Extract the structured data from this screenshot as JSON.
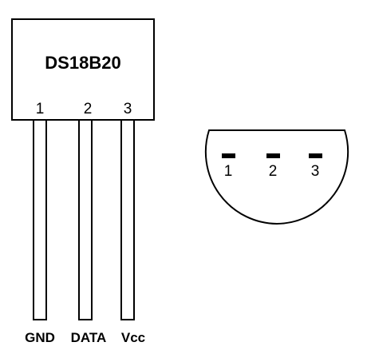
{
  "component": {
    "name": "DS18B20"
  },
  "pins": [
    {
      "number": "1",
      "label": "GND"
    },
    {
      "number": "2",
      "label": "DATA"
    },
    {
      "number": "3",
      "label": "Vcc"
    }
  ],
  "bottom_view": {
    "pin_numbers": [
      "1",
      "2",
      "3"
    ]
  },
  "colors": {
    "line": "#000000",
    "background": "#ffffff"
  }
}
